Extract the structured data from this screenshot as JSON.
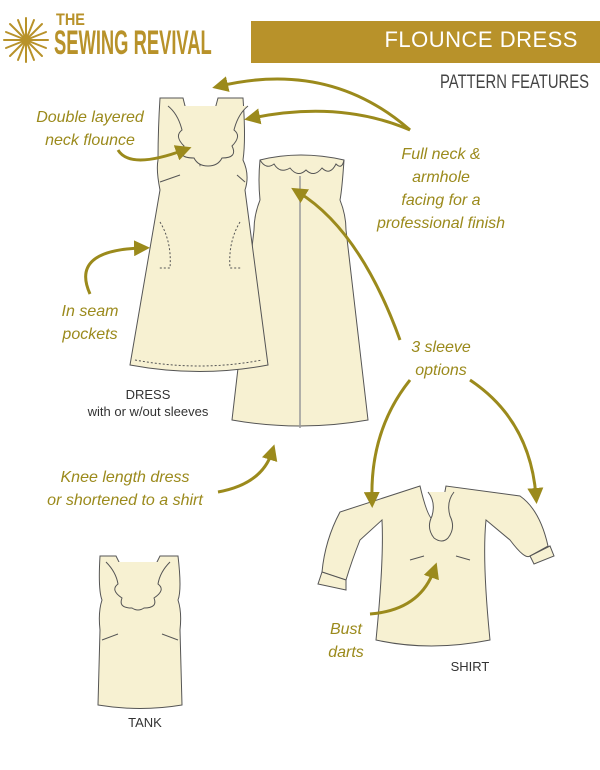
{
  "brand": {
    "the": "THE",
    "name": "SEWING REVIVAL"
  },
  "banner": {
    "title": "FLOUNCE DRESS"
  },
  "subtitle": "PATTERN FEATURES",
  "notes": {
    "neck_flounce": [
      "Double layered",
      "neck flounce"
    ],
    "facing": [
      "Full neck &",
      "armhole",
      "facing for a",
      "professional finish"
    ],
    "pockets": [
      "In seam",
      "pockets"
    ],
    "sleeves": [
      "3 sleeve",
      "options"
    ],
    "length": [
      "Knee length dress",
      "or shortened to a shirt"
    ],
    "darts": [
      "Bust",
      "darts"
    ]
  },
  "captions": {
    "dress": "DRESS",
    "dress_sub": "with or w/out sleeves",
    "shirt": "SHIRT",
    "tank": "TANK"
  },
  "colors": {
    "gold": "#b8922a",
    "olive": "#9b8a1c",
    "fabric": "#f7f1d2"
  }
}
